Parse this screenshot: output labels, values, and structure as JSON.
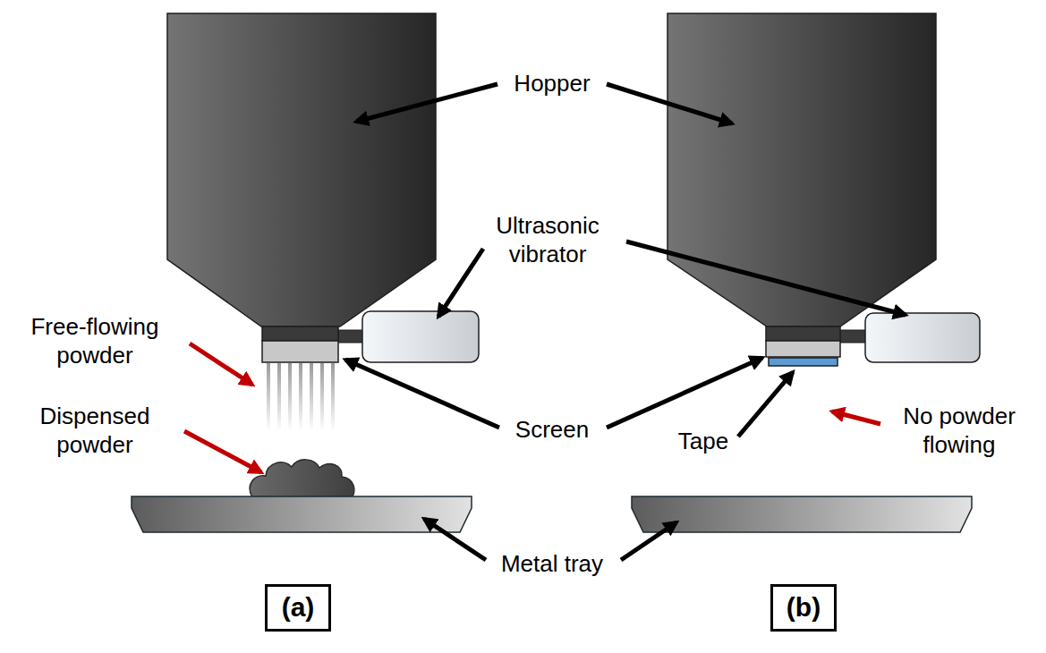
{
  "diagram": {
    "nodes": [
      {
        "text": [
          "(a)"
        ]
      },
      {
        "text": [
          "(b)"
        ]
      }
    ],
    "labels": [
      "Hopper",
      "Ultrasonic vibrator",
      "Free-flowing powder",
      "Dispensed powder",
      "Screen",
      "Tape",
      "No powder flowing",
      "Metal tray"
    ]
  }
}
